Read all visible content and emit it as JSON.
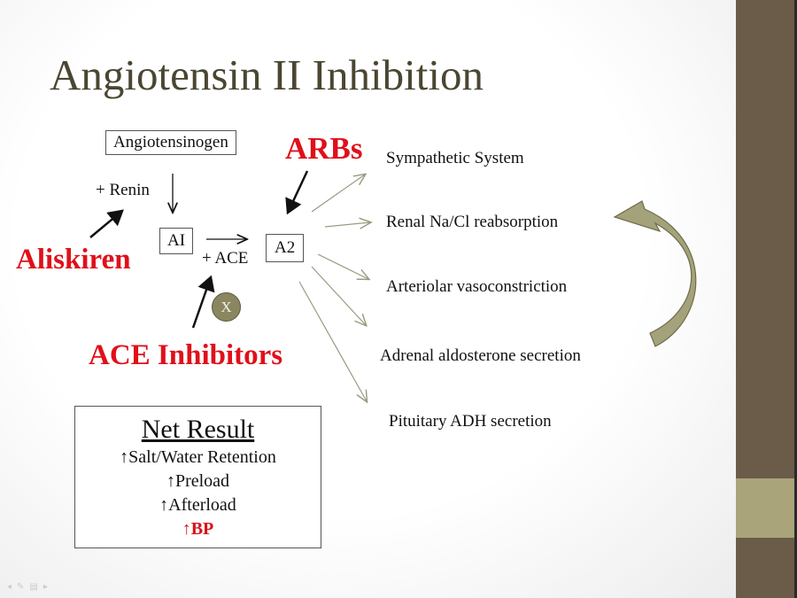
{
  "title": "Angiotensin II Inhibition",
  "pathway": {
    "angiotensinogen": "Angiotensinogen",
    "renin": "+ Renin",
    "ai": "AI",
    "ace": "+ ACE",
    "a2": "A2",
    "x_marker": "X"
  },
  "drugs": {
    "arbs": "ARBs",
    "aliskiren": "Aliskiren",
    "ace_inhibitors": "ACE Inhibitors"
  },
  "effects": [
    "Sympathetic System",
    "Renal Na/Cl reabsorption",
    "Arteriolar vasoconstriction",
    "Adrenal aldosterone secretion",
    "Pituitary ADH secretion"
  ],
  "net_result": {
    "heading": "Net Result",
    "lines": [
      "↑Salt/Water Retention",
      "↑Preload",
      "↑Afterload"
    ],
    "bp": "↑BP"
  },
  "colors": {
    "accent_red": "#e0101a",
    "sidebar": "#6a5c48",
    "band": "#a9a47a",
    "title": "#4b4632"
  }
}
